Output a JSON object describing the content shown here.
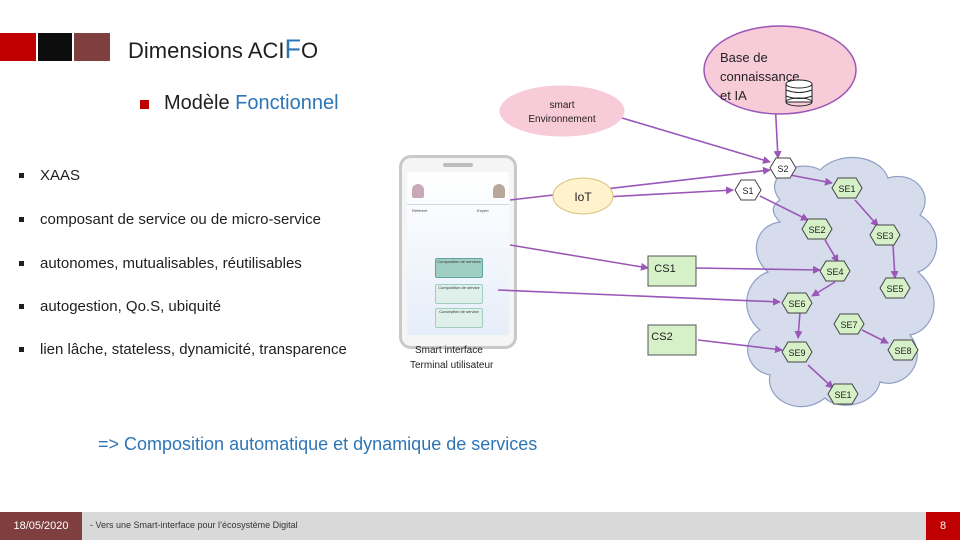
{
  "slide": {
    "title_part1": "Dimensions ACI",
    "title_big": "F",
    "title_part2": "O",
    "subtitle_part1": "Modèle ",
    "subtitle_part2": "Fonctionnel"
  },
  "bullets": [
    "XAAS",
    "composant de service ou de  micro-service",
    "autonomes, mutualisables, réutilisables",
    "autogestion, Qo.S, ubiquité",
    "lien lâche, stateless, dynamicité, transparence"
  ],
  "phone": {
    "caption_line1": "Smart interface",
    "caption_line2": "Terminal utilisateur",
    "screen_texts": [
      "Référent",
      "Expert",
      "Composition de services",
      "Composition de service",
      "Conception de service"
    ]
  },
  "nodes": {
    "knowledge_base": [
      "Base de",
      "connaissance",
      "et IA"
    ],
    "smart_env": [
      "smart",
      "Environnement"
    ],
    "iot": "IoT",
    "s1": "S1",
    "s2": "S2",
    "cs1": "CS1",
    "cs2": "CS2",
    "cloud_services": [
      "SE1",
      "SE2",
      "SE3",
      "SE4",
      "SE5",
      "SE6",
      "SE7",
      "SE8",
      "SE9",
      "SE1"
    ]
  },
  "conclusion": "=> Composition automatique et dynamique de services",
  "footer": {
    "date": "18/05/2020",
    "text": "- Vers une Smart-interface pour l’écosystème Digital",
    "page": "8"
  },
  "colors": {
    "accent_blue": "#2e75b6",
    "accent_red": "#c00000",
    "brown": "#7f3f3f",
    "node_yellow": "#fff2cc",
    "node_green": "#d6f0c8",
    "bubble_pink": "#f8cbd8",
    "arrow_purple": "#9b57b8",
    "cloud_blue": "#d6dcec"
  }
}
